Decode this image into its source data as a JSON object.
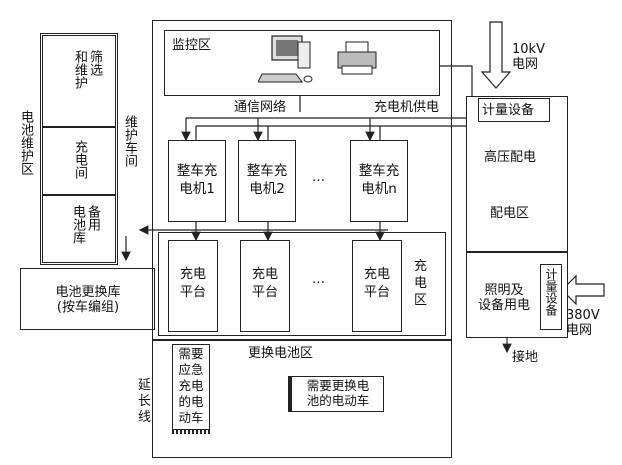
{
  "left": {
    "battery_maint_area": "电池维护区",
    "maint_workshop": "维护车间",
    "screen_label": "筛选\n和维护",
    "charging_room": "充电间",
    "spare_library": "备用\n电池库",
    "swap_library": "电池更换库\n(按车编组)"
  },
  "monitor": {
    "title": "监控区",
    "comm_network": "通信网络",
    "charger_supply": "充电机供电"
  },
  "chargers": [
    {
      "label": "整车充\n电机1"
    },
    {
      "label": "整车充\n电机2"
    },
    {
      "label": "整车充\n电机n"
    }
  ],
  "ellipsis": "…",
  "platforms": [
    {
      "label": "充电\n平台"
    },
    {
      "label": "充电\n平台"
    },
    {
      "label": "充电\n平台"
    }
  ],
  "charging_zone": "充\n电\n区",
  "swap_zone": {
    "title": "更换电池区",
    "emergency": "需要\n应急\n充电\n的电\n动车",
    "need_swap": "需要更换电\n池的电动车",
    "extension": "延\n长\n线"
  },
  "right": {
    "grid_10kv": "10kV\n电网",
    "metering_top": "计量设备",
    "hv_distribution": "高压配电",
    "distribution_area": "配电区",
    "lighting": "照明及\n设备用电",
    "metering_side": "计量设备",
    "grid_380v": "380V\n电网",
    "ground": "接地"
  },
  "colors": {
    "line": "#222222",
    "bg": "#ffffff"
  }
}
